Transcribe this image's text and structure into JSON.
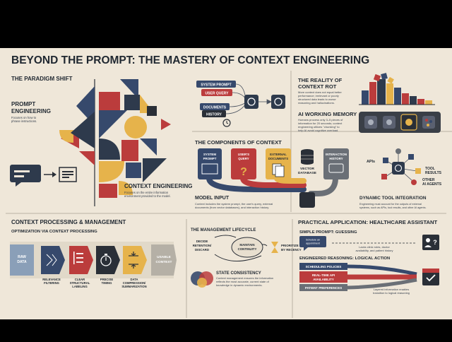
{
  "title": "BEYOND THE PROMPT: THE MASTERY OF CONTEXT ENGINEERING",
  "paradigm": {
    "heading": "THE PARADIGM SHIFT",
    "prompt_title_1": "PROMPT",
    "prompt_title_2": "ENGINEERING",
    "prompt_desc_1": "Focuses on how to",
    "prompt_desc_2": "phrase instructions.",
    "context_title": "CONTEXT ENGINEERING",
    "context_desc_1": "Focuses on the entire information",
    "context_desc_2": "environment provided to the model."
  },
  "flow_labels": [
    "SYSTEM PROMPT",
    "USER QUERY",
    "DOCUMENTS",
    "HISTORY"
  ],
  "rot": {
    "title_1": "THE REALITY OF",
    "title_2": "CONTEXT ROT",
    "desc_1": "More context does not equal better",
    "desc_2": "performance; irrelevant or poorly",
    "desc_3": "structured data leads to worse",
    "desc_4": "reasoning and hallucinations."
  },
  "memory": {
    "title": "AI WORKING MEMORY",
    "desc_1": "Humans process only 3–5 pieces of",
    "desc_2": "information for 20 seconds; context",
    "desc_3": "engineering utilizes \"chunking\" to",
    "desc_4": "help AI avoid cognitive overload."
  },
  "components": {
    "title": "THE COMPONENTS OF CONTEXT",
    "cards": [
      {
        "l1": "SYSTEM",
        "l2": "PROMPT",
        "l3": ""
      },
      {
        "l1": "USER'S",
        "l2": "QUERY",
        "l3": ""
      },
      {
        "l1": "EXTERNAL",
        "l2": "DOCUMENTS",
        "l3": ""
      },
      {
        "l1": "INTERACTION",
        "l2": "HISTORY",
        "l3": ""
      }
    ],
    "vector_1": "VECTOR",
    "vector_2": "DATABASE",
    "model_input": "MODEL INPUT",
    "desc_1": "Context includes the system prompt, the user's query, external",
    "desc_2": "documents (from vector databases), and interaction history."
  },
  "tools": {
    "apis": "APIs",
    "tool_results_1": "TOOL",
    "tool_results_2": "RESULTS",
    "other_agents_1": "OTHER",
    "other_agents_2": "AI AGENTS",
    "title": "DYNAMIC TOOL INTEGRATION",
    "desc_1": "Engineering must account for the outputs of external",
    "desc_2": "systems, such as APIs, tool results, and other AI agents."
  },
  "processing": {
    "title": "CONTEXT PROCESSING & MANAGEMENT",
    "subtitle": "OPTIMIZATION VIA CONTEXT PROCESSING",
    "raw_1": "RAW",
    "raw_2": "DATA",
    "usable_1": "USABLE",
    "usable_2": "CONTEXT",
    "steps": [
      {
        "l1": "RELEVANCE",
        "l2": "FILTERING"
      },
      {
        "l1": "CLEAR",
        "l2": "STRUCTURAL",
        "l3": "LABELING"
      },
      {
        "l1": "PRECISE",
        "l2": "TIMING"
      },
      {
        "l1": "DATA",
        "l2": "COMPRESSION/",
        "l3": "SUMMARIZATION"
      }
    ]
  },
  "lifecycle": {
    "title": "THE MANAGEMENT LIFECYCLE",
    "decide_1": "DECIDE",
    "decide_2": "RETENTION/",
    "decide_3": "DISCARD",
    "maintain_1": "MAINTAIN",
    "maintain_2": "CONTINUITY",
    "prioritize_1": "PRIORITIZE",
    "prioritize_2": "BY RECENCY",
    "state_title": "STATE CONSISTENCY",
    "state_desc_1": "Context management ensures the information",
    "state_desc_2": "reflects the most accurate, current state of",
    "state_desc_3": "knowledge in dynamic environments."
  },
  "healthcare": {
    "title": "PRACTICAL APPLICATION: HEALTHCARE ASSISTANT",
    "simple_title": "SIMPLE PROMPT: GUESSING",
    "bubble_1": "Schedule an",
    "bubble_2": "appointment",
    "lacks_1": "Lacks clinic roles, doctor",
    "lacks_2": "availability, and patient history",
    "eng_title": "ENGINEERED REASONING: LOGICAL ACTION",
    "policies": "SCHEDULING POLICIES",
    "api_1": "REAL-TIME API",
    "api_2": "AVAILABILITY",
    "preferences": "PATIENT PREFERENCES",
    "layer_1": "Layered information enables",
    "layer_2": "transition to logical reasoning"
  },
  "colors": {
    "background": "#efe7d9",
    "navy": "#36496c",
    "red": "#bb3c3c",
    "yellow": "#e6b34b",
    "dark": "#2a2f37",
    "gray": "#6a6f76"
  }
}
